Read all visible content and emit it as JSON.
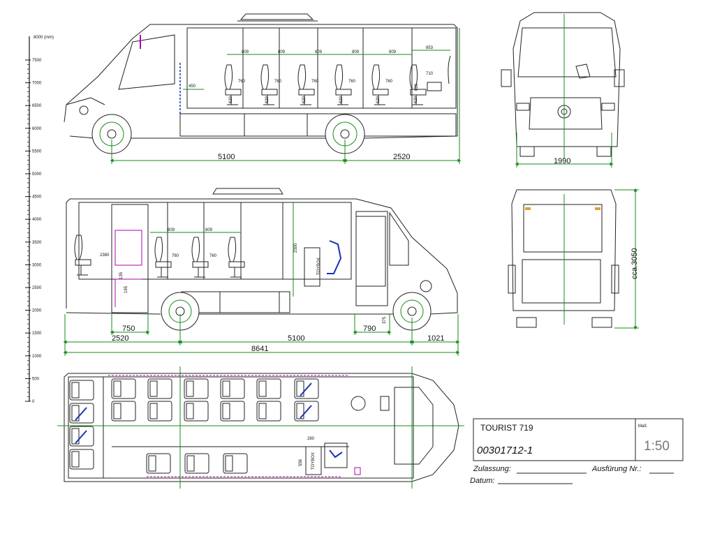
{
  "scale_bar": {
    "top_label": "8000 (mm)",
    "ticks": [
      "7500",
      "7000",
      "6500",
      "6000",
      "5500",
      "5000",
      "4500",
      "4000",
      "3500",
      "3000",
      "2500",
      "2000",
      "1500",
      "1000",
      "500",
      "0"
    ]
  },
  "side_view_right": {
    "dim_total_left": "5100",
    "dim_total_right": "2520",
    "seat_pitch_labels": [
      "809",
      "809",
      "809",
      "809",
      "809"
    ],
    "seat_pitch_last": "853",
    "seat_small_labels": [
      "620",
      "620",
      "620",
      "620",
      "620",
      "620"
    ],
    "seat_small_top": [
      "760",
      "760",
      "760",
      "760",
      "760"
    ],
    "side_710": "710",
    "side_628": "628",
    "left_450": "450"
  },
  "front_view": {
    "width_dim": "1990"
  },
  "side_view_left": {
    "dim_2520": "2520",
    "dim_5100": "5100",
    "dim_1021": "1021",
    "dim_8641": "8641",
    "dim_750": "750",
    "dim_790": "790",
    "dim_2300": "2300",
    "dim_2380": "2380",
    "seat_pitch_labels": [
      "809",
      "809"
    ],
    "seat_small_top": [
      "760",
      "760"
    ],
    "dim_135": "135",
    "dim_195": "195",
    "dim_375": "375",
    "tank_label": "TOYBOX"
  },
  "rear_view": {
    "height_dim": "cca.3050"
  },
  "plan_view": {
    "dim_280": "280",
    "dim_556": "556",
    "unit_label": "TOYBOX"
  },
  "title_block": {
    "model": "TOURIST 719",
    "drawing_number": "00301712-1",
    "scale_heading": "Maß",
    "scale": "1:50",
    "approval_label": "Zulassung:",
    "version_label": "Ausfürung Nr.:",
    "date_label": "Datum:"
  },
  "colors": {
    "line": "#222222",
    "dimension": "#1a8a1a",
    "accent": "#b000b0",
    "belt": "#1a2fb8"
  }
}
